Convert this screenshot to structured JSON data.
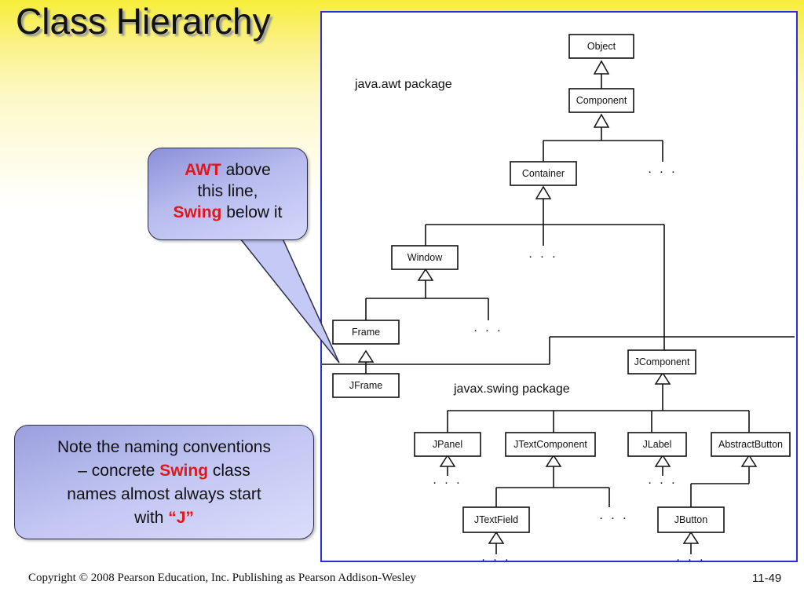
{
  "slide": {
    "title": "Class Hierarchy",
    "footer_copyright": "Copyright © 2008 Pearson Education, Inc. Publishing as Pearson Addison-Wesley",
    "page_number": "11-49"
  },
  "callouts": {
    "awt_swing": {
      "awt": "AWT",
      "line1_rest": " above",
      "line2": "this line,",
      "swing": "Swing",
      "line3_rest": " below it"
    },
    "naming": {
      "line1": "Note the naming conventions",
      "line2_pre": "– concrete ",
      "swing": "Swing",
      "line2_post": " class",
      "line3": "names almost always start",
      "line4_pre": "with ",
      "j": "“J”"
    }
  },
  "diagram": {
    "packages": {
      "awt": "java.awt package",
      "swing": "javax.swing package"
    },
    "classes": {
      "object": "Object",
      "component": "Component",
      "container": "Container",
      "window": "Window",
      "frame": "Frame",
      "jframe": "JFrame",
      "jcomponent": "JComponent",
      "jpanel": "JPanel",
      "jtextcomponent": "JTextComponent",
      "jlabel": "JLabel",
      "abstractbutton": "AbstractButton",
      "jtextfield": "JTextField",
      "jbutton": "JButton"
    },
    "ellipsis": ". . ."
  }
}
